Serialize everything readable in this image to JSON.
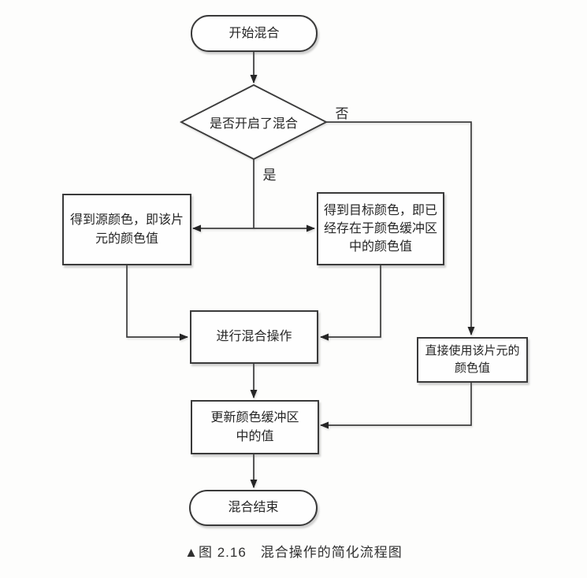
{
  "figure_caption": "▲图 2.16　混合操作的简化流程图",
  "flowchart": {
    "nodes": {
      "start": {
        "label": "开始混合",
        "type": "terminator"
      },
      "decision": {
        "label": "是否开启了混合",
        "type": "decision"
      },
      "get_source": {
        "label": "得到源颜色，即该片\n元的颜色值",
        "type": "process"
      },
      "get_target": {
        "label": "得到目标颜色，即已\n经存在于颜色缓冲区\n中的颜色值",
        "type": "process"
      },
      "blend": {
        "label": "进行混合操作",
        "type": "process"
      },
      "use_fragment_color": {
        "label": "直接使用该片元的\n颜色值",
        "type": "process"
      },
      "update_buffer": {
        "label": "更新颜色缓冲区\n中的值",
        "type": "process"
      },
      "end": {
        "label": "混合结束",
        "type": "terminator"
      }
    },
    "branch_labels": {
      "yes": "是",
      "no": "否"
    },
    "colors": {
      "stroke": "#3a3a3a",
      "node_fill": "#fefefe",
      "text": "#262626",
      "background": "#fdfdfc"
    }
  }
}
